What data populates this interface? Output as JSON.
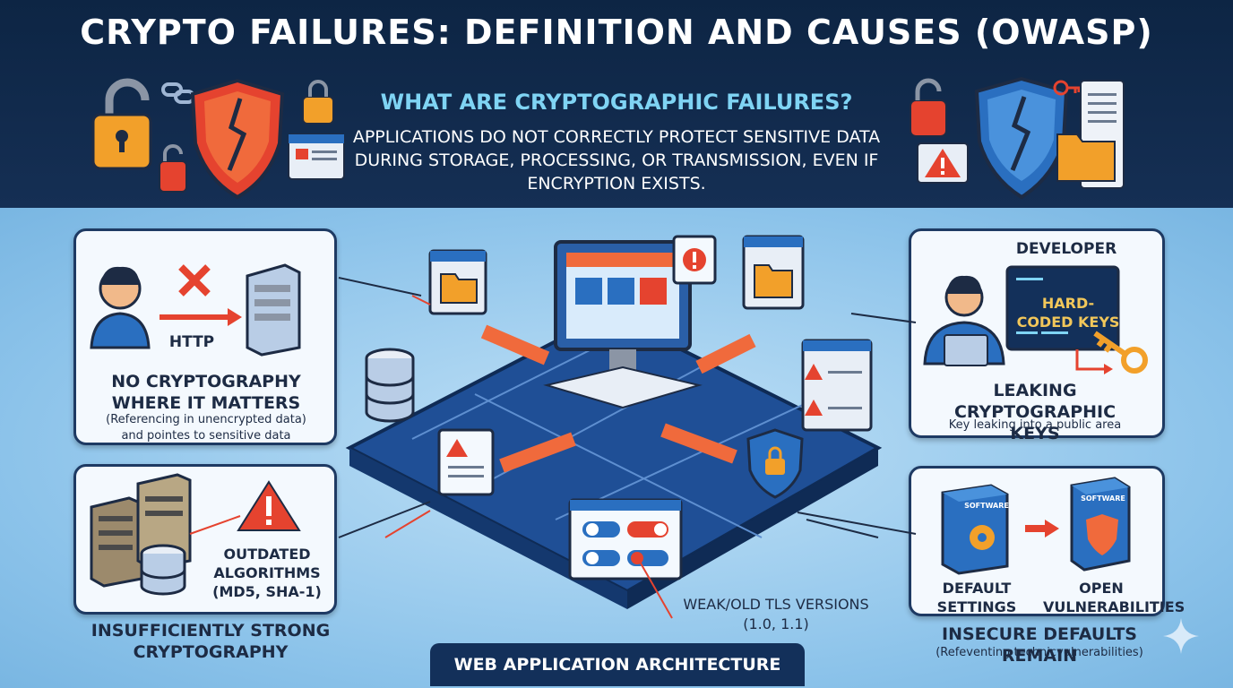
{
  "header": {
    "title": "CRYPTO FAILURES: DEFINITION AND CAUSES (OWASP)",
    "subtitle": "WHAT ARE CRYPTOGRAPHIC FAILURES?",
    "summary": "APPLICATIONS DO NOT CORRECTLY PROTECT SENSITIVE DATA DURING STORAGE, PROCESSING, OR TRANSMISSION, EVEN IF ENCRYPTION EXISTS."
  },
  "cards": {
    "no_crypto": {
      "protocol": "HTTP",
      "heading": "NO CRYPTOGRAPHY WHERE IT MATTERS",
      "note_line1": "(Referencing in unencrypted data)",
      "note_line2": "and pointes to sensitive data"
    },
    "weak_crypto": {
      "detail": "OUTDATED ALGORITHMS (MD5, SHA-1)",
      "heading": "INSUFFICIENTLY STRONG CRYPTOGRAPHY"
    },
    "leaking_keys": {
      "role": "DEVELOPER",
      "code_text": "HARD-CODED KEYS",
      "heading": "LEAKING CRYPTOGRAPHIC KEYS",
      "note": "Key leaking into a public area"
    },
    "insecure_defaults": {
      "box_label": "SOFTWARE",
      "left_caption": "DEFAULT SETTINGS",
      "right_caption": "OPEN VULNERABILITIES",
      "heading": "INSECURE DEFAULTS REMAIN",
      "note": "(Refeventing technicvulnerabilities)"
    }
  },
  "center": {
    "tls_label": "WEAK/OLD TLS VERSIONS (1.0, 1.1)",
    "architecture_label": "WEB APPLICATION ARCHITECTURE"
  },
  "colors": {
    "header_bg": "#0d2544",
    "accent_blue": "#7fd4f4",
    "alert_red": "#e5432f",
    "platform_blue": "#1f4f96"
  }
}
